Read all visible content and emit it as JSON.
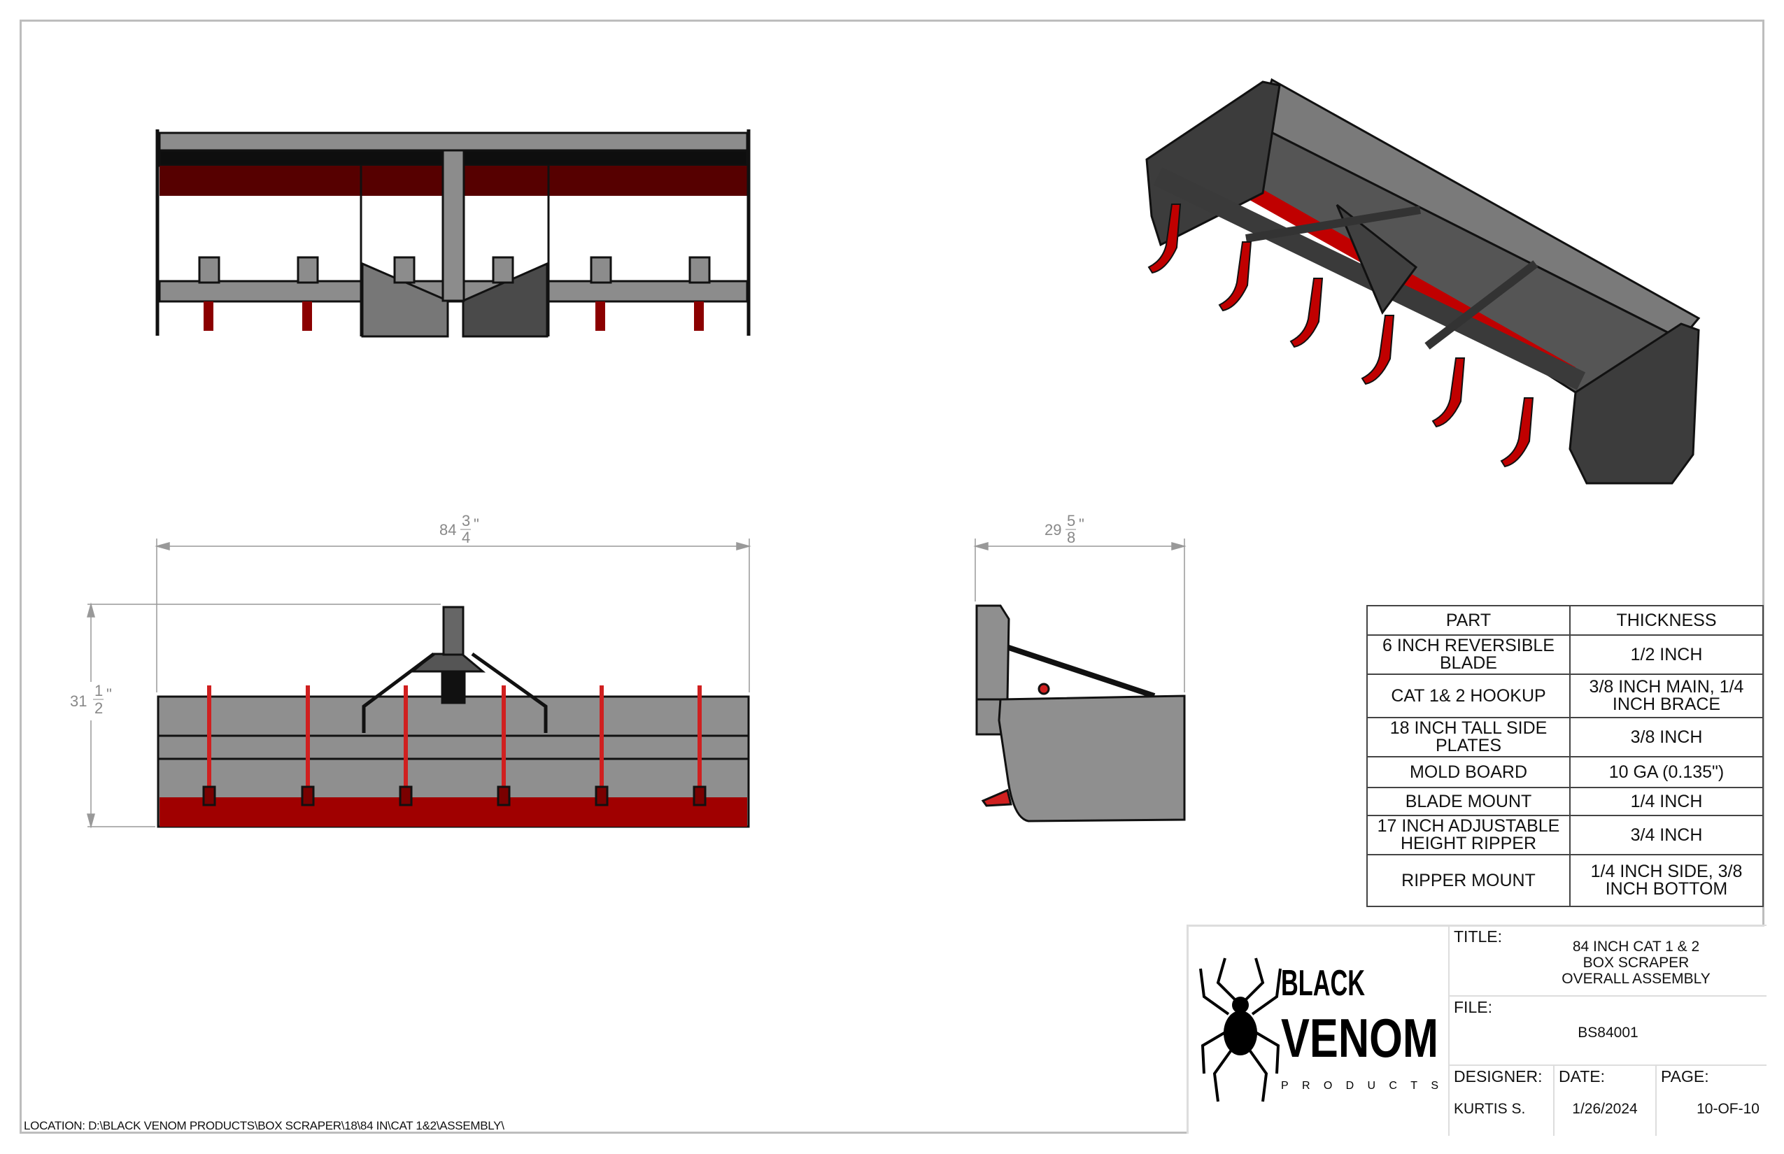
{
  "location": "LOCATION: D:\\BLACK VENOM PRODUCTS\\BOX SCRAPER\\18\\84 IN\\CAT 1&2\\ASSEMBLY\\",
  "dimensions": {
    "width": {
      "whole": "84",
      "num": "3",
      "den": "4",
      "unit": "\""
    },
    "height": {
      "whole": "31",
      "num": "1",
      "den": "2",
      "unit": "\""
    },
    "depth": {
      "whole": "29",
      "num": "5",
      "den": "8",
      "unit": "\""
    }
  },
  "bom": {
    "headers": [
      "PART",
      "THICKNESS"
    ],
    "rows": [
      {
        "part": [
          "6 INCH REVERSIBLE",
          "BLADE"
        ],
        "thickness": [
          "1/2 INCH"
        ]
      },
      {
        "part": [
          "CAT 1& 2 HOOKUP"
        ],
        "thickness": [
          "3/8 INCH MAIN, 1/4",
          "INCH BRACE"
        ]
      },
      {
        "part": [
          "18 INCH TALL SIDE",
          "PLATES"
        ],
        "thickness": [
          "3/8 INCH"
        ]
      },
      {
        "part": [
          "MOLD BOARD"
        ],
        "thickness": [
          "10 GA (0.135\")"
        ]
      },
      {
        "part": [
          "BLADE MOUNT"
        ],
        "thickness": [
          "1/4 INCH"
        ]
      },
      {
        "part": [
          "17 INCH ADJUSTABLE",
          "HEIGHT RIPPER"
        ],
        "thickness": [
          "3/4 INCH"
        ]
      },
      {
        "part": [
          "RIPPER MOUNT"
        ],
        "thickness": [
          "1/4 INCH SIDE, 3/8",
          "INCH BOTTOM"
        ]
      }
    ]
  },
  "title_block": {
    "logo": {
      "line1": "BLACK",
      "line2": "VENOM",
      "line3": "PRODUCTS"
    },
    "title_label": "TITLE:",
    "title_lines": [
      "84 INCH CAT 1 & 2",
      "BOX SCRAPER",
      "OVERALL ASSEMBLY"
    ],
    "file_label": "FILE:",
    "file": "BS84001",
    "designer_label": "DESIGNER:",
    "designer": "KURTIS S.",
    "date_label": "DATE:",
    "date": "1/26/2024",
    "page_label": "PAGE:",
    "page": "10-OF-10"
  },
  "colors": {
    "red": "#a00000",
    "dark_red": "#560000",
    "gray": "#8c8c8c",
    "dark": "#3a3a3a"
  }
}
